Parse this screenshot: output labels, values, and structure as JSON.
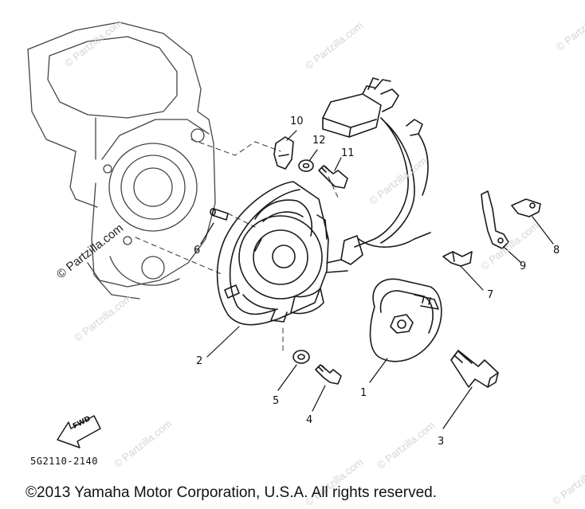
{
  "callouts": [
    "1",
    "2",
    "3",
    "4",
    "5",
    "6",
    "7",
    "8",
    "9",
    "10",
    "11",
    "12"
  ],
  "diagram_code": "5G2110-2140",
  "fwd_label": "FWD",
  "copyright_text": "©2013 Yamaha Motor Corporation, U.S.A. All rights reserved.",
  "watermark_text": "© Partzilla.com",
  "colors": {
    "line": "#1a1a1a",
    "background": "#ffffff",
    "watermark": "#d4d4d4"
  }
}
